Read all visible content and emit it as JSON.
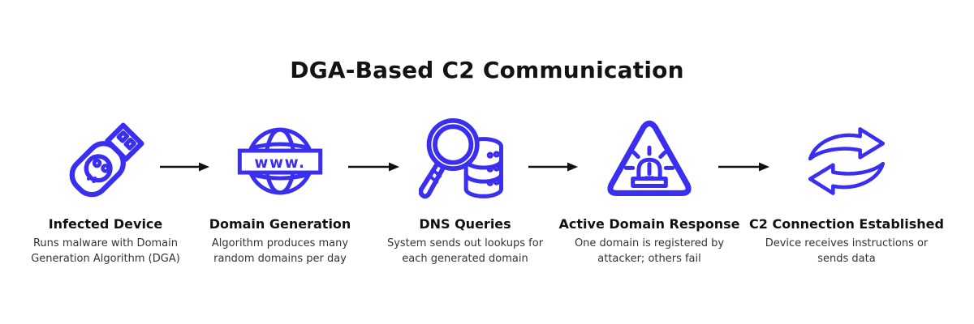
{
  "title": "DGA-Based C2 Communication",
  "accent_color": "#3a2ff0",
  "arrow_color": "#111111",
  "globe_banner_text": "www.",
  "steps": [
    {
      "label": "Infected Device",
      "description": "Runs malware with Domain Generation Algorithm (DGA)",
      "icon": "usb-skull-icon"
    },
    {
      "label": "Domain Generation",
      "description": "Algorithm produces many random domains per day",
      "icon": "globe-www-icon"
    },
    {
      "label": "DNS Queries",
      "description": "System sends out lookups for each generated domain",
      "icon": "search-database-icon"
    },
    {
      "label": "Active Domain Response",
      "description": "One domain is registered by attacker; others fail",
      "icon": "siren-warning-icon"
    },
    {
      "label": "C2 Connection Established",
      "description": "Device receives instructions or sends data",
      "icon": "swap-arrows-icon"
    }
  ]
}
